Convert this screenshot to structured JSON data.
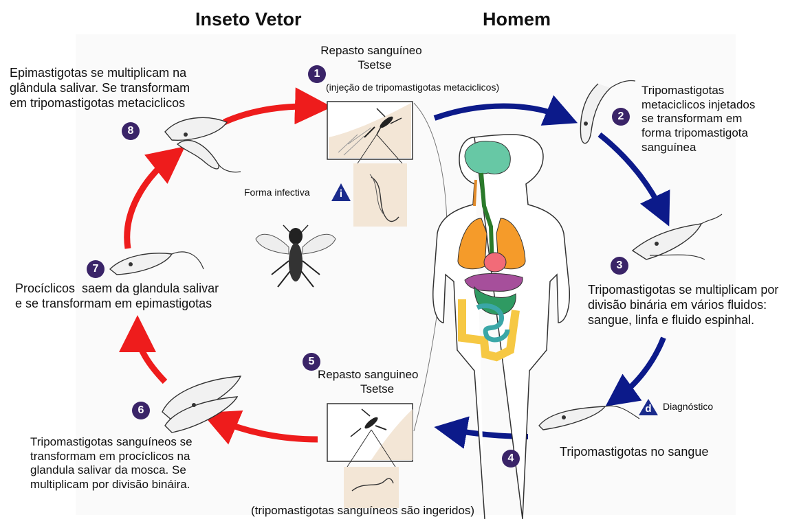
{
  "headings": {
    "left": "Inseto Vetor",
    "right": "Homem"
  },
  "step1": {
    "number": "1",
    "lines": [
      "Repasto sanguíneo",
      "Tsetse"
    ],
    "note": "(injeção de tripomastigotas metaciclicos)"
  },
  "step2": {
    "number": "2",
    "lines": [
      "Tripomastigotas",
      "metaciclicos injetados",
      "se transformam em",
      "forma tripomastigota",
      "sanguínea"
    ]
  },
  "step3": {
    "number": "3",
    "lines": [
      "Tripomastigotas se multiplicam por",
      "divisão binária em vários fluidos:",
      "sangue, linfa e fluido espinhal."
    ]
  },
  "step4": {
    "number": "4",
    "lines": [
      "Tripomastigotas no sangue"
    ]
  },
  "step5": {
    "number": "5",
    "lines": [
      "Repasto sanguineo",
      "Tsetse"
    ],
    "note": "(tripomastigotas sanguíneos são ingeridos)"
  },
  "step6": {
    "number": "6",
    "lines": [
      "Tripomastigotas sanguíneos se",
      "transformam em procíclicos na",
      "glandula salivar da mosca. Se",
      "multiplicam por divisão bináira."
    ]
  },
  "step7": {
    "number": "7",
    "lines": [
      "Procíclicos  saem da glandula salivar",
      "e se transformam em epimastigotas"
    ]
  },
  "step8": {
    "number": "8",
    "lines": [
      "Epimastigotas se multiplicam na",
      "glândula salivar. Se transformam",
      "em tripomastigotas metaciclicos"
    ]
  },
  "markers": {
    "infective": {
      "letter": "i",
      "label": "Forma infectiva"
    },
    "diagnostic": {
      "letter": "d",
      "label": "Diagnóstico"
    }
  },
  "colors": {
    "red_arrow": "#ee1c1c",
    "blue_arrow": "#0c1a8a",
    "step_circle": "#3a2468",
    "marker": "#1a2b8c"
  }
}
